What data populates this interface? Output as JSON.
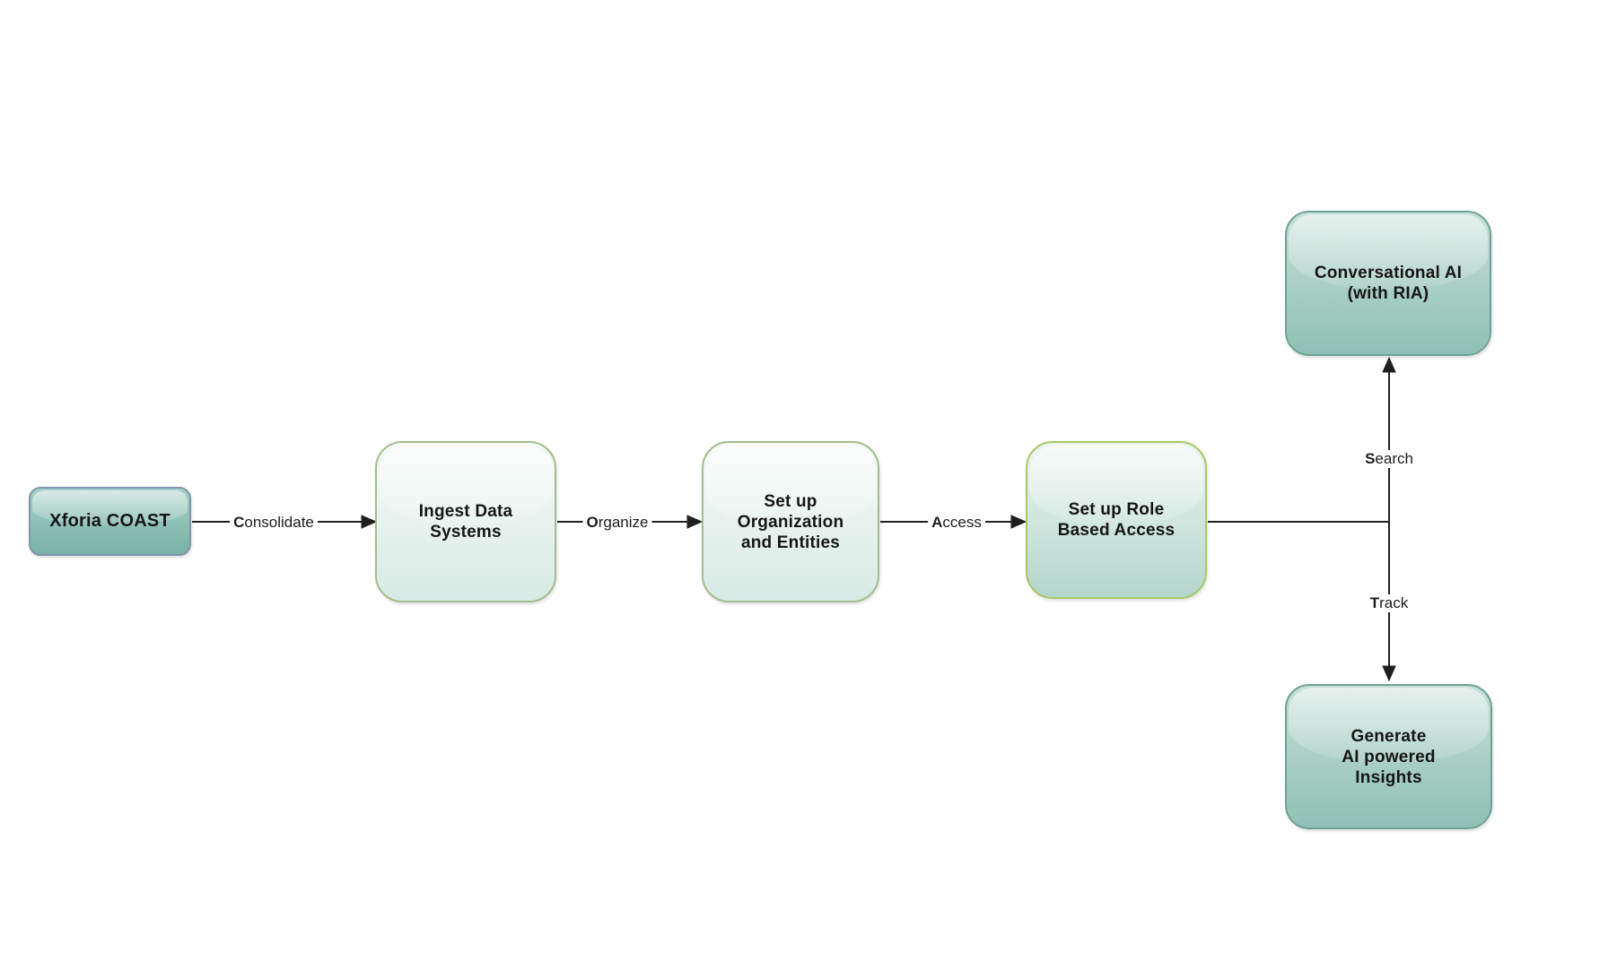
{
  "diagram": {
    "nodes": [
      {
        "id": "xforia-coast",
        "label": "Xforia COAST"
      },
      {
        "id": "ingest-data-systems",
        "label": "Ingest Data\nSystems"
      },
      {
        "id": "setup-organization-entities",
        "label": "Set up\nOrganization\nand Entities"
      },
      {
        "id": "setup-role-based-access",
        "label": "Set up Role\nBased Access"
      },
      {
        "id": "conversational-ai",
        "label": "Conversational AI\n(with RIA)"
      },
      {
        "id": "generate-ai-insights",
        "label": "Generate\nAI powered\nInsights"
      }
    ],
    "edge_labels": [
      {
        "bold": "C",
        "rest": "onsolidate"
      },
      {
        "bold": "O",
        "rest": "rganize"
      },
      {
        "bold": "A",
        "rest": "ccess"
      },
      {
        "bold": "S",
        "rest": "earch"
      },
      {
        "bold": "T",
        "rest": "rack"
      }
    ],
    "colors": {
      "background": "#ffffff",
      "line": "#1f1f1f",
      "text": "#161616",
      "teal_dark_top": "#a6d0c7",
      "teal_dark_bottom": "#79b2a6",
      "teal_top": "#c6dfd8",
      "teal_bottom": "#8fc0b4",
      "light_top": "#f5faf8",
      "light_bottom": "#d8eae5",
      "role_top": "#ecf5f1",
      "role_bottom": "#b4d6cd",
      "border_blue": "#8095a9",
      "border_teal": "#6fa296",
      "border_green": "#a3bd8d",
      "border_yellow_green": "#a9c868"
    }
  }
}
